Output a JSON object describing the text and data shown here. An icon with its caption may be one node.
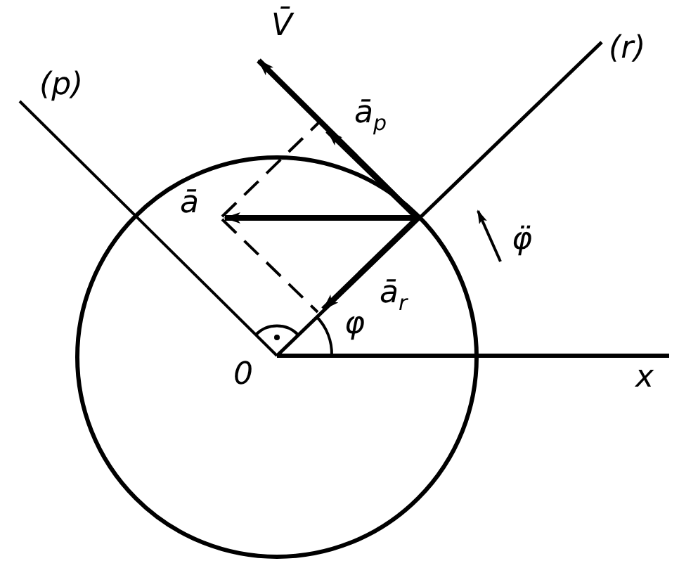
{
  "diagram": {
    "labels": [
      "V̄",
      "(p)",
      "(r)",
      "ā$_{p}$",
      "ā",
      "φ̈",
      "ā$_{r}$",
      "φ",
      "0",
      "x"
    ]
  }
}
